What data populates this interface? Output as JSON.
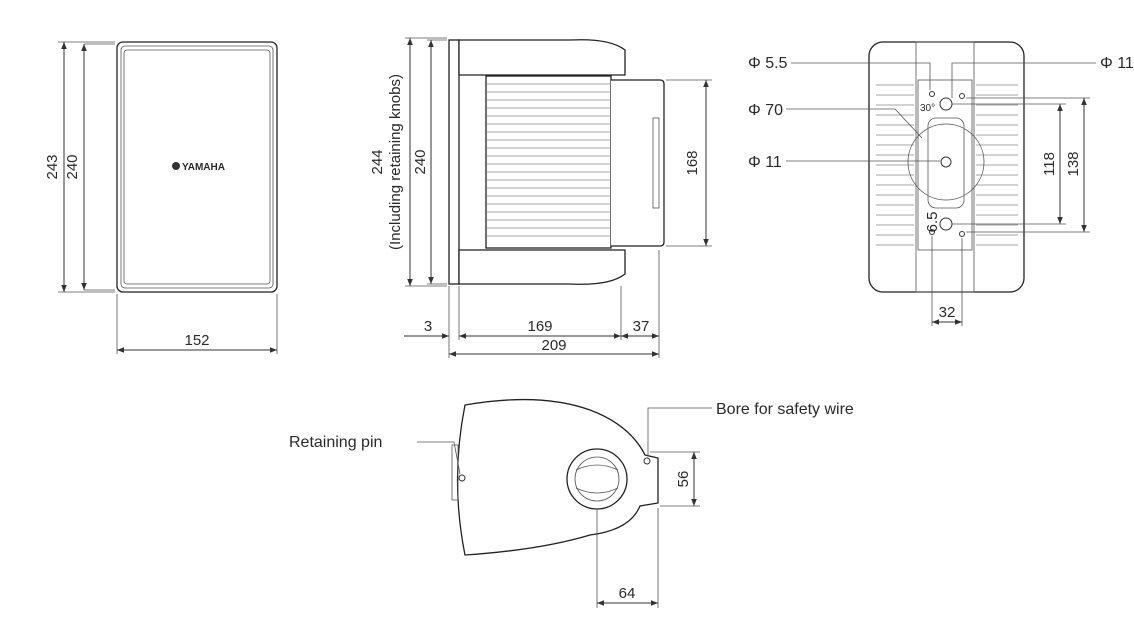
{
  "front_view": {
    "brand": "YAMAHA",
    "height_outer": "243",
    "height_inner": "240",
    "width": "152"
  },
  "side_view": {
    "height_with_knobs": "244",
    "height_note": "(Including retaining knobs)",
    "height_body": "240",
    "bracket_height": "168",
    "dim_front": "3",
    "dim_body": "169",
    "dim_bracket": "37",
    "depth_total": "209"
  },
  "rear_view": {
    "hole_small": "Φ 5.5",
    "hole_right": "Φ 11",
    "hole_large": "Φ 70",
    "hole_center": "Φ 11",
    "angle": "30°",
    "spacing_a": "118",
    "spacing_b": "138",
    "offset": "6.5",
    "width_bracket": "32"
  },
  "top_view": {
    "pin_label": "Retaining pin",
    "wire_label": "Bore for safety wire",
    "dim_vertical": "56",
    "dim_horizontal": "64"
  }
}
